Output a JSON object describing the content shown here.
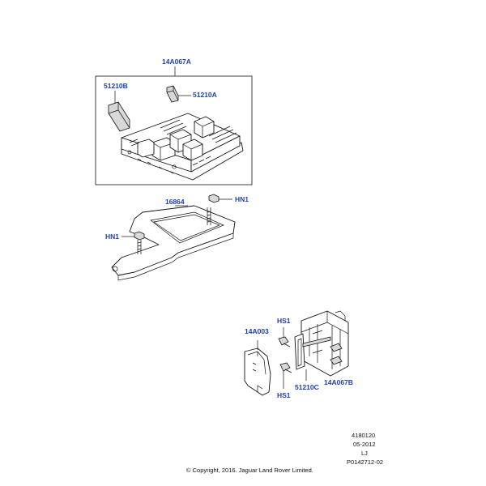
{
  "callouts": {
    "c_14A067A": "14A067A",
    "c_51210B": "51210B",
    "c_51210A": "51210A",
    "c_16864": "16864",
    "c_HN1_top": "HN1",
    "c_HN1_left": "HN1",
    "c_14A003": "14A003",
    "c_HS1_top": "HS1",
    "c_HS1_bottom": "HS1",
    "c_51210C": "51210C",
    "c_14A067B": "14A067B"
  },
  "meta": {
    "drawing_no": "4180120",
    "date": "05-2012",
    "initials": "LJ",
    "ref": "P0142712-02",
    "copyright": "© Copyright, 2016. Jaguar Land Rover Limited."
  },
  "colors": {
    "callout": "#1f3fae",
    "linework": "#111111",
    "background": "#ffffff"
  }
}
